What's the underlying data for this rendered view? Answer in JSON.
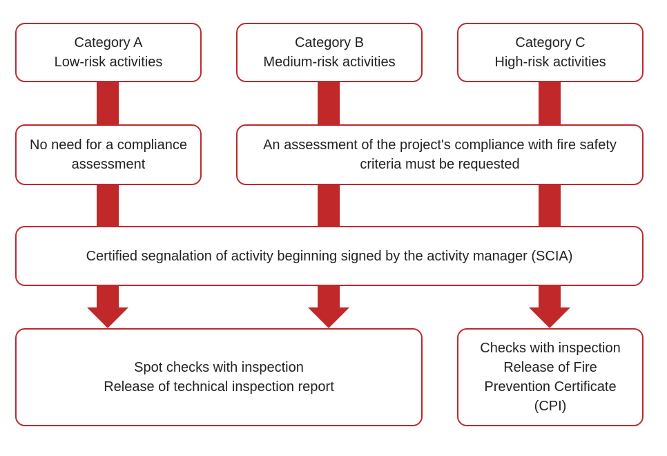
{
  "colors": {
    "accent": "#c0282a",
    "text": "#222222",
    "background": "#ffffff"
  },
  "category_a": {
    "title": "Category A",
    "subtitle": "Low-risk activities"
  },
  "category_b": {
    "title": "Category B",
    "subtitle": "Medium-risk activities"
  },
  "category_c": {
    "title": "Category C",
    "subtitle": "High-risk activities"
  },
  "no_assessment": {
    "line1": "No need for a compliance",
    "line2": "assessment"
  },
  "assessment_required": {
    "line1": "An assessment of the project's compliance with fire safety",
    "line2": "criteria must be requested"
  },
  "scia": {
    "text": "Certified segnalation of activity beginning signed by the activity manager (SCIA)"
  },
  "spot_checks": {
    "line1": "Spot checks with inspection",
    "line2": "Release of technical inspection report"
  },
  "checks_cpi": {
    "line1": "Checks with inspection",
    "line2": "Release of Fire",
    "line3": "Prevention Certificate",
    "line4": "(CPI)"
  }
}
